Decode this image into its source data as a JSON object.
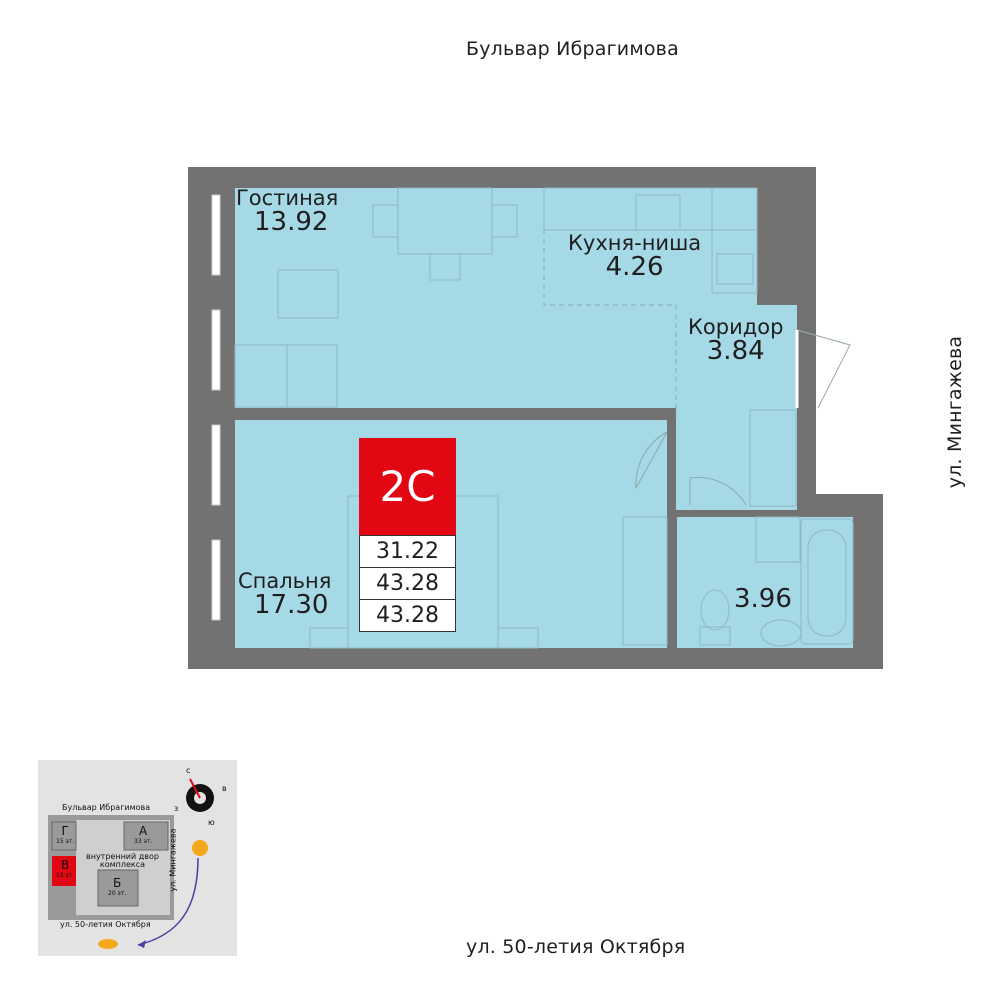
{
  "streets": {
    "top": "Бульвар Ибрагимова",
    "right": "ул. Мингажева",
    "bottom": "ул. 50-летия Октября"
  },
  "rooms": [
    {
      "id": "living",
      "name": "Гостиная",
      "area": "13.92"
    },
    {
      "id": "kitchen",
      "name": "Кухня-ниша",
      "area": "4.26"
    },
    {
      "id": "corridor",
      "name": "Коридор",
      "area": "3.84"
    },
    {
      "id": "bedroom",
      "name": "Спальня",
      "area": "17.30"
    },
    {
      "id": "bathroom",
      "name": "",
      "area": "3.96"
    }
  ],
  "unit": {
    "code": "2С",
    "areas": [
      "31.22",
      "43.28",
      "43.28"
    ]
  },
  "minimap": {
    "street_top": "Бульвар Ибрагимова",
    "street_right": "ул. Мингажева",
    "street_bottom": "ул. 50-летия Октября",
    "courtyard": [
      "внутренний двор",
      "комплекса"
    ],
    "buildings": [
      {
        "letter": "Г",
        "floors": "15 эт."
      },
      {
        "letter": "А",
        "floors": "33 эт."
      },
      {
        "letter": "В",
        "floors": "15 эт."
      },
      {
        "letter": "Б",
        "floors": "20 эт."
      }
    ],
    "compass": {
      "n": "с",
      "e": "в",
      "s": "ю",
      "w": "з"
    }
  },
  "colors": {
    "wall": "#727272",
    "room": "#a6d9e6",
    "highlight": "#e30613",
    "minimap_bg": "#e3e3e3"
  }
}
